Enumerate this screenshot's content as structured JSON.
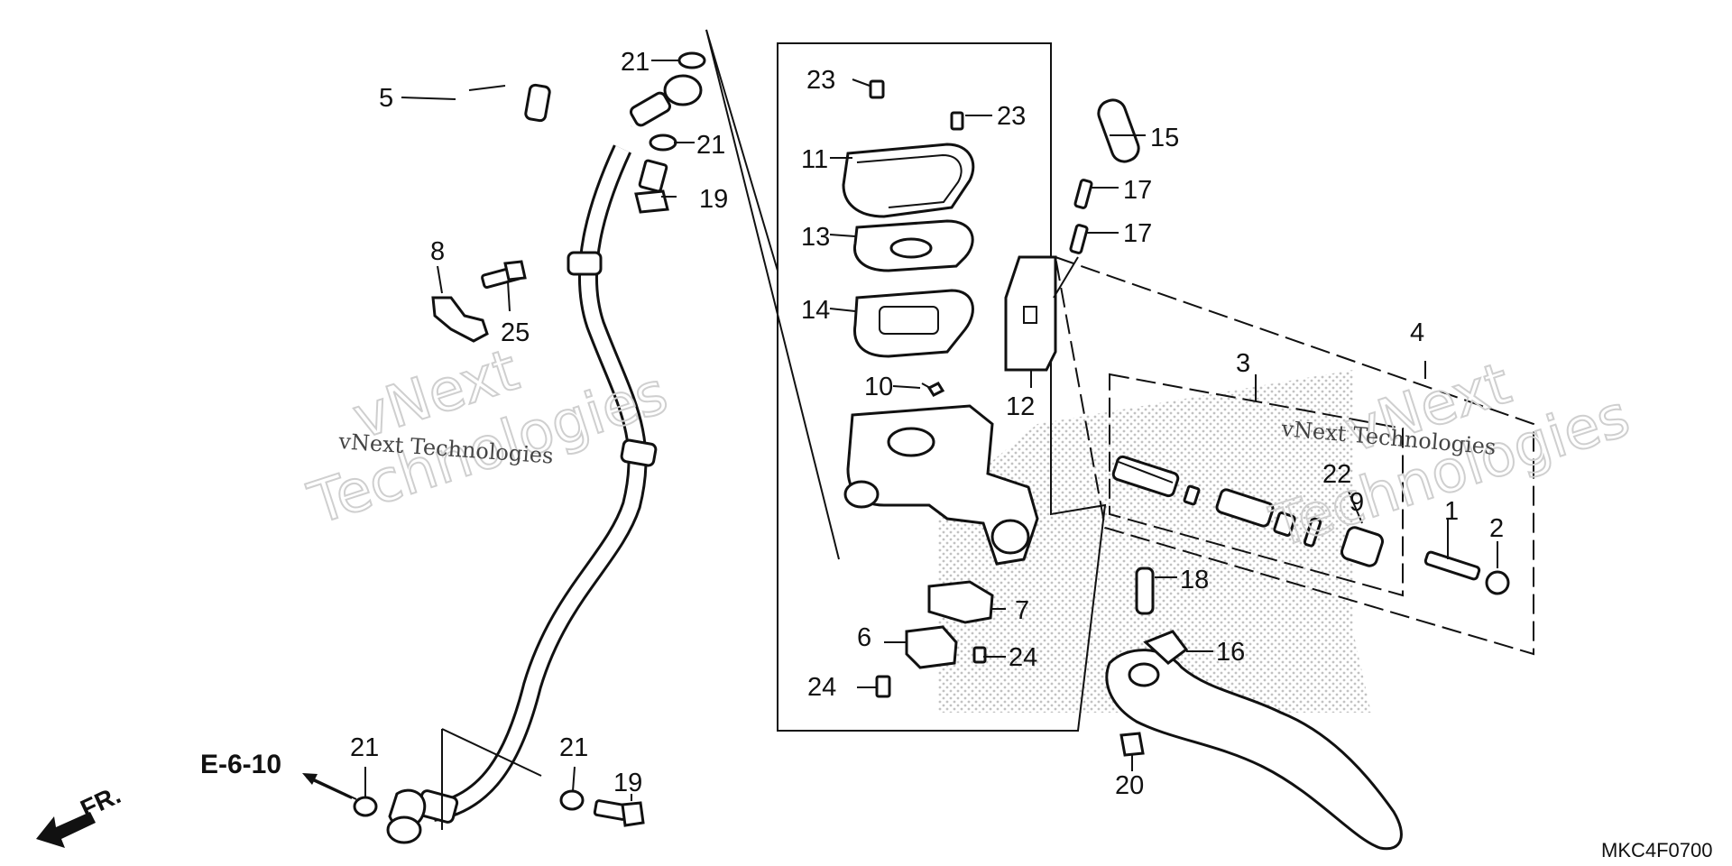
{
  "diagram": {
    "watermark_line1": "vNext",
    "watermark_line2": "Technologies",
    "watermark_small": "vNext Technologies",
    "reference": "E-6-10",
    "direction": "FR.",
    "figure_code": "MKC4F0700",
    "callouts": {
      "c1": "1",
      "c2": "2",
      "c3": "3",
      "c4": "4",
      "c5": "5",
      "c6": "6",
      "c7": "7",
      "c8": "8",
      "c9": "9",
      "c10": "10",
      "c11": "11",
      "c12": "12",
      "c13": "13",
      "c14": "14",
      "c15": "15",
      "c16": "16",
      "c17a": "17",
      "c17b": "17",
      "c18": "18",
      "c19a": "19",
      "c19b": "19",
      "c20": "20",
      "c21a": "21",
      "c21b": "21",
      "c21c": "21",
      "c21d": "21",
      "c22": "22",
      "c23a": "23",
      "c23b": "23",
      "c24a": "24",
      "c24b": "24",
      "c25": "25"
    }
  }
}
